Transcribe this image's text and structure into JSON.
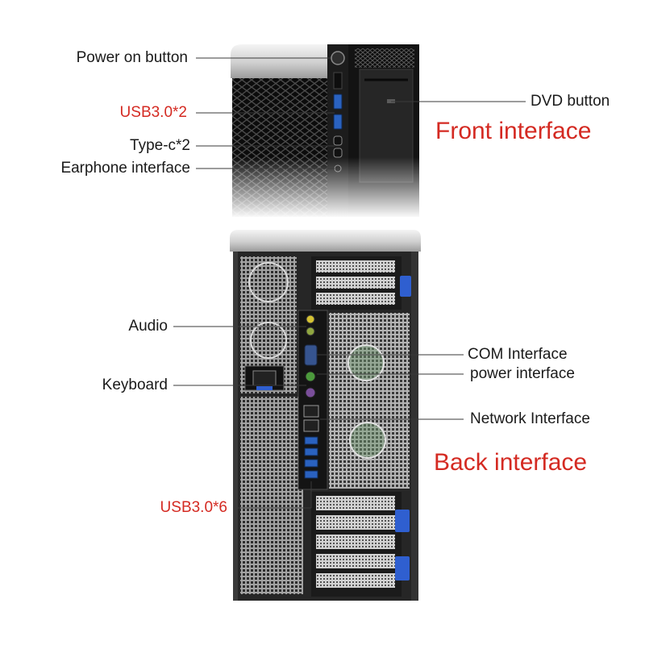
{
  "front": {
    "heading": "Front interface",
    "labels": {
      "power_button": "Power on button",
      "usb": "USB3.0*2",
      "type_c": "Type-c*2",
      "earphone": "Earphone interface",
      "dvd_button": "DVD button"
    }
  },
  "back": {
    "heading": "Back interface",
    "labels": {
      "audio": "Audio",
      "keyboard": "Keyboard",
      "com": "COM Interface",
      "power": "power interface",
      "network": "Network Interface",
      "usb": "USB3.0*6"
    }
  },
  "colors": {
    "accent": "#d42a22",
    "text": "#1a1a1a",
    "usb_port": "#2a62c0",
    "clip": "#2f5fd0"
  }
}
